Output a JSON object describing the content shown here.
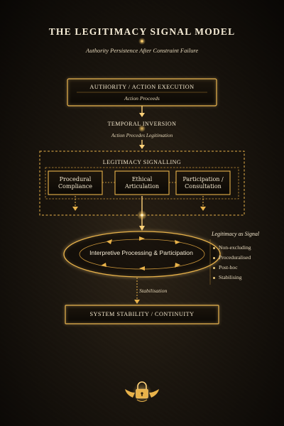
{
  "title": "THE  LEGITIMACY SIGNAL MODEL",
  "subtitle": "Authority Persistence After Constraint Failure",
  "authority_box": {
    "label": "AUTHORITY / ACTION EXECUTION",
    "sub": "Action Proceeds"
  },
  "temporal": {
    "label": "TEMPORAL INVERSION",
    "sub": "Action Precedes Legitimation"
  },
  "signalling": {
    "label": "LEGITIMACY SIGNALLING",
    "boxes": [
      {
        "line1": "Procedural",
        "line2": "Compliance"
      },
      {
        "line1": "Ethical",
        "line2": "Articulation"
      },
      {
        "line1": "Participation /",
        "line2": "Consultation"
      }
    ]
  },
  "processing": {
    "label": "Interpretive Processing & Participation"
  },
  "side_panel": {
    "title": "Legitimacy as Signal",
    "items": [
      "Non-excluding",
      "Proceduralised",
      "Post-hoc",
      "Stabilising"
    ]
  },
  "stabilisation_label": "Stabilisation",
  "stability_box": {
    "label": "SYSTEM STABILITY / CONTINUITY"
  },
  "icons": {
    "bottom": "lock-wings-icon"
  },
  "colors": {
    "gold": "#e8b24a",
    "gold_bright": "#ffd27a",
    "background": "#14100b"
  }
}
